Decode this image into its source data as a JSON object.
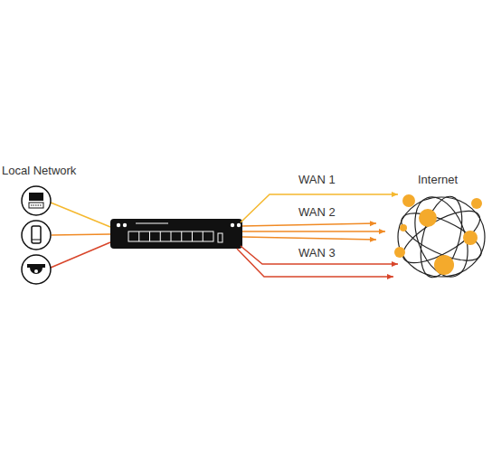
{
  "diagram": {
    "labels": [
      "Local Network",
      "WAN 1",
      "WAN 2",
      "WAN 3",
      "Internet"
    ]
  }
}
